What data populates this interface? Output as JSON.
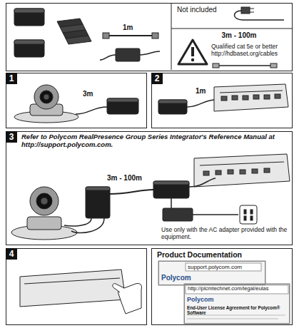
{
  "diagram": {
    "nodes": [
      {
        "text": [
          "1m",
          "Not included",
          "3m - 100m",
          "Qualified cat 5e or better http://hdbaset.org/cables"
        ]
      },
      {
        "text": [
          "1",
          "3m"
        ]
      },
      {
        "text": [
          "2",
          "1m"
        ]
      },
      {
        "text": [
          "3",
          "Refer to Polycom RealPresence Group Series Integrator's Reference Manual at http://support.polycom.com.",
          "3m - 100m",
          "Use only with the AC adapter provided with the equipment."
        ]
      },
      {
        "text": [
          "4"
        ]
      },
      {
        "text": [
          "Product Documentation"
        ]
      },
      {
        "text": [
          "support.polycom.com",
          "Polycom"
        ],
        "in": 5
      },
      {
        "text": [
          "http://plcmtechnet.com/legal/eulas",
          "Polycom",
          "End-User License Agreement for Polycom® Software"
        ],
        "in": 5
      }
    ]
  }
}
